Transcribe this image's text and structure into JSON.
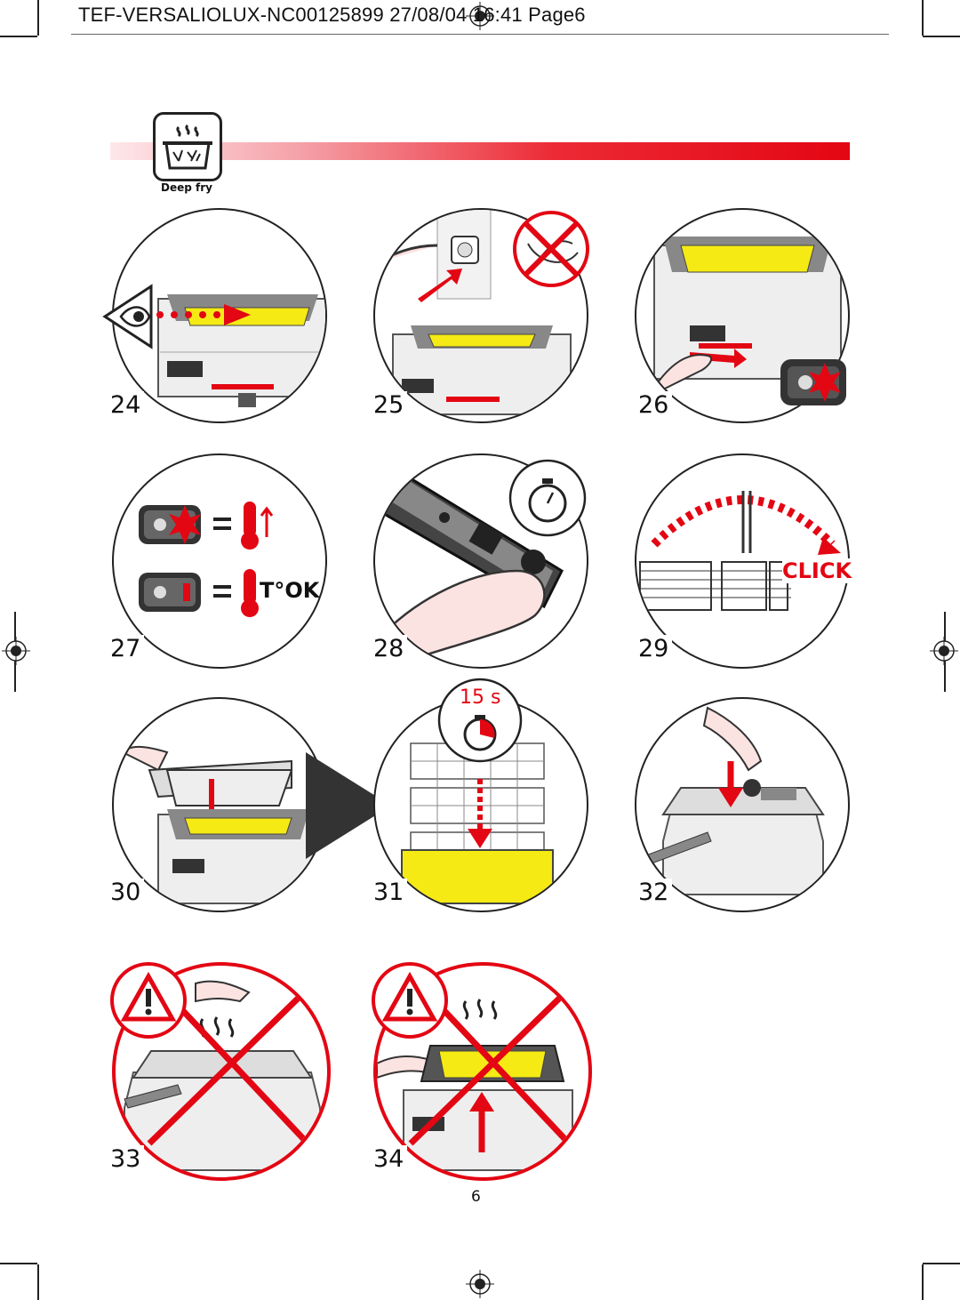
{
  "header": {
    "text": "TEF-VERSALIOLUX-NC00125899 27/08/04 16:41 Page6"
  },
  "section": {
    "icon": "deep-fry-pot-icon",
    "label": "Deep fry"
  },
  "steps": [
    {
      "number": "24",
      "icon": "eye-oil-level-icon"
    },
    {
      "number": "25",
      "icon": "plug-in-icon"
    },
    {
      "number": "26",
      "icon": "switch-on-icon"
    },
    {
      "number": "27",
      "icon": "thermostat-light-icon"
    },
    {
      "number": "28",
      "icon": "timer-button-icon"
    },
    {
      "number": "29",
      "icon": "basket-click-icon"
    },
    {
      "number": "30",
      "icon": "lower-basket-icon"
    },
    {
      "number": "31",
      "icon": "drain-basket-icon"
    },
    {
      "number": "32",
      "icon": "lid-close-icon"
    },
    {
      "number": "33",
      "icon": "hot-surface-warning-icon"
    },
    {
      "number": "34",
      "icon": "do-not-lift-warning-icon"
    }
  ],
  "labels": {
    "click": "CLICK",
    "tok": "T°OK",
    "timer": "15 s",
    "equals": "="
  },
  "colors": {
    "accent": "#e30613",
    "oil": "#f5ea14",
    "outline": "#222222"
  },
  "page": {
    "number": "6"
  }
}
